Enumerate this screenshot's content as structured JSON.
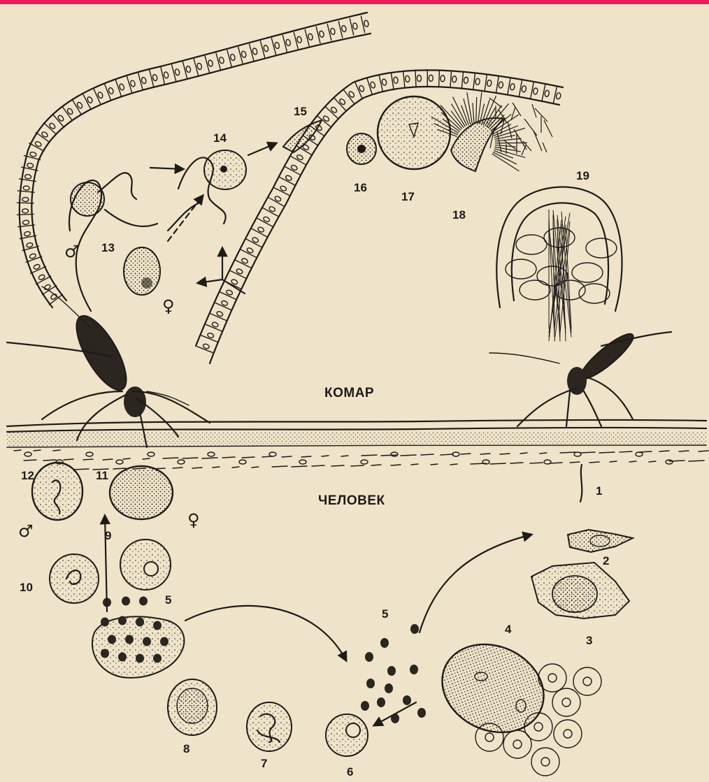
{
  "labels": {
    "mosquito": "КОМАР",
    "human": "ЧЕЛОВЕК",
    "male": "♂",
    "female": "♀"
  },
  "stages": [
    {
      "id": "1",
      "text": "1"
    },
    {
      "id": "2",
      "text": "2"
    },
    {
      "id": "3",
      "text": "3"
    },
    {
      "id": "4",
      "text": "4"
    },
    {
      "id": "5a",
      "text": "5"
    },
    {
      "id": "5b",
      "text": "5"
    },
    {
      "id": "6",
      "text": "6"
    },
    {
      "id": "7",
      "text": "7"
    },
    {
      "id": "8",
      "text": "8"
    },
    {
      "id": "9",
      "text": "9"
    },
    {
      "id": "10",
      "text": "10"
    },
    {
      "id": "11",
      "text": "11"
    },
    {
      "id": "12",
      "text": "12"
    },
    {
      "id": "13",
      "text": "13"
    },
    {
      "id": "14",
      "text": "14"
    },
    {
      "id": "15",
      "text": "15"
    },
    {
      "id": "16",
      "text": "16"
    },
    {
      "id": "17",
      "text": "17"
    },
    {
      "id": "18",
      "text": "18"
    },
    {
      "id": "19",
      "text": "19"
    }
  ],
  "colors": {
    "paper": "#efe4c9",
    "ink": "#1e1a16",
    "top_bar": "#f0185a"
  }
}
